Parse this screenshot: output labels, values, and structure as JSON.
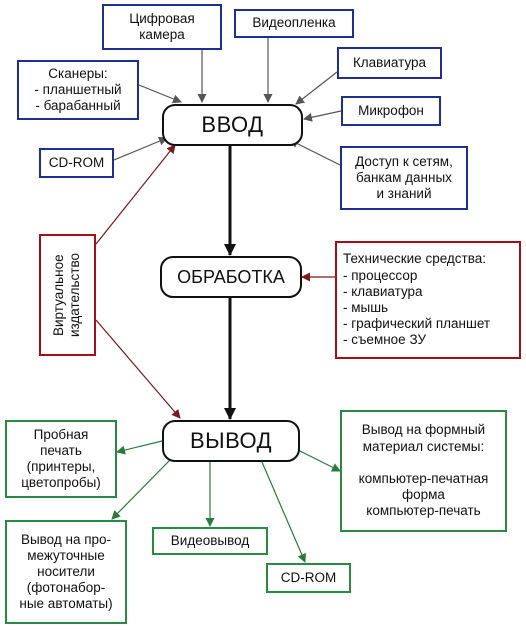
{
  "center": {
    "input": "ВВОД",
    "processing": "ОБРАБОТКА",
    "output": "ВЫВОД"
  },
  "inputs": {
    "camera": "Цифровая\nкамера",
    "video_tape": "Видеопленка",
    "scanners": "Сканеры:\n- планшетный\n- барабанный",
    "keyboard": "Клавиатура",
    "microphone": "Микрофон",
    "cdrom": "CD-ROM",
    "network_access": "Доступ к сетям,\nбанкам данных\nи знаний"
  },
  "virtual_publishing": "Виртуальное\nиздательство",
  "hardware": {
    "title": "Технические средства:",
    "items": [
      "- процессор",
      "- клавиатура",
      "- мышь",
      "- графический планшет",
      "- съемное ЗУ"
    ]
  },
  "outputs": {
    "proof_print": "Пробная\nпечать\n(принтеры,\nцветопробы)",
    "intermediate": "Вывод на про-\nмежуточные\nносители\n(фотонабор-\nные автоматы)",
    "video_output": "Видеовывод",
    "cdrom": "CD-ROM",
    "form_material": "Вывод на формный\nматериал системы:\n\nкомпьютер-печатная\nформа\nкомпьютер-печать"
  },
  "colors": {
    "input_border": "#1f2f8f",
    "process_border": "#a0121b",
    "output_border": "#2a8a44",
    "main_arrow": "#111111"
  }
}
